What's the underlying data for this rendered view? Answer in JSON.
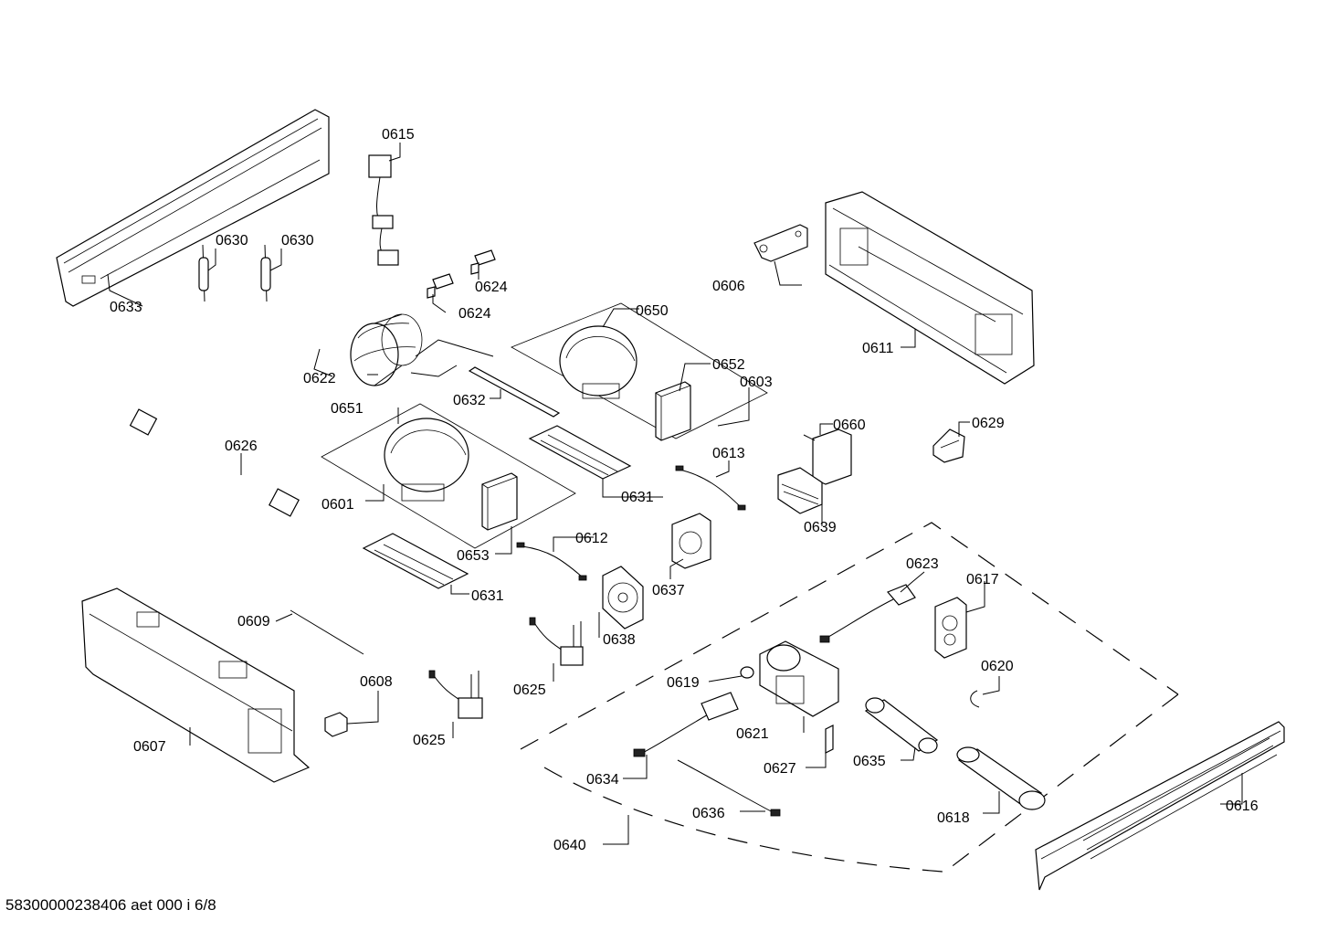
{
  "labels": {
    "l0601": "0601",
    "l0603": "0603",
    "l0606": "0606",
    "l0607": "0607",
    "l0608": "0608",
    "l0609": "0609",
    "l0611": "0611",
    "l0612": "0612",
    "l0613": "0613",
    "l0615": "0615",
    "l0616": "0616",
    "l0617": "0617",
    "l0618": "0618",
    "l0619": "0619",
    "l0620": "0620",
    "l0621": "0621",
    "l0622": "0622",
    "l0623": "0623",
    "l0624a": "0624",
    "l0624b": "0624",
    "l0625a": "0625",
    "l0625b": "0625",
    "l0626": "0626",
    "l0627": "0627",
    "l0629": "0629",
    "l0630a": "0630",
    "l0630b": "0630",
    "l0631a": "0631",
    "l0631b": "0631",
    "l0632": "0632",
    "l0633": "0633",
    "l0634": "0634",
    "l0635": "0635",
    "l0636": "0636",
    "l0637": "0637",
    "l0638": "0638",
    "l0639": "0639",
    "l0640": "0640",
    "l0650": "0650",
    "l0651": "0651",
    "l0652": "0652",
    "l0653": "0653",
    "l0660": "0660"
  },
  "footer": "58300000238406 aet 000 i 6/8"
}
